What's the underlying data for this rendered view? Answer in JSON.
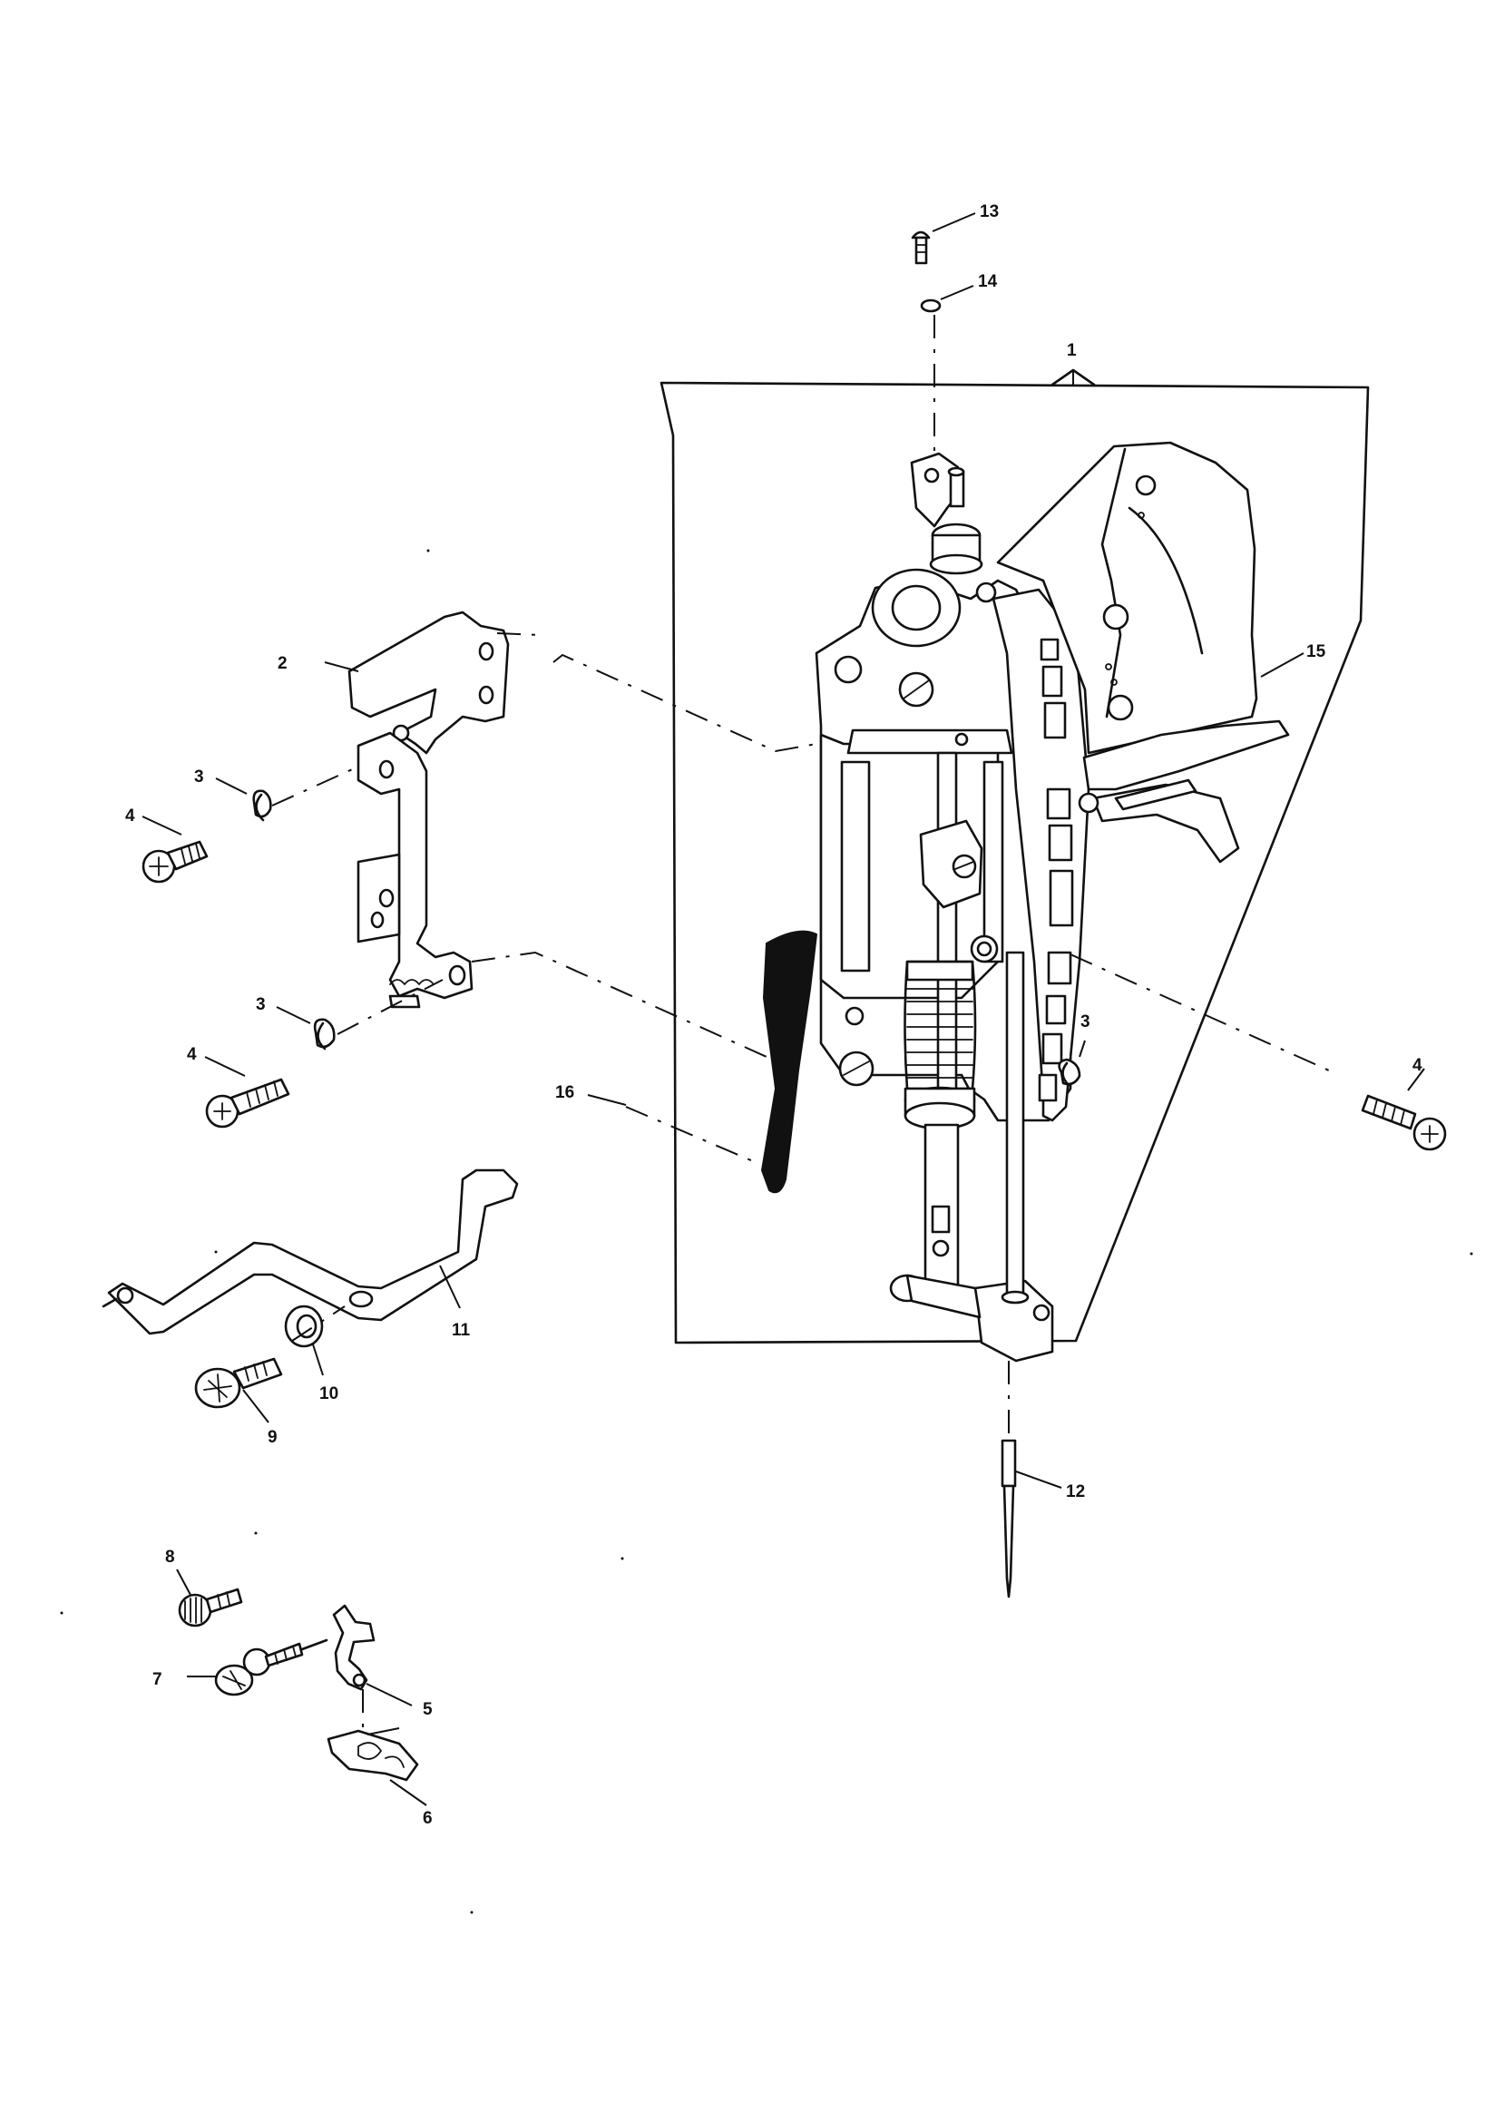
{
  "callouts": {
    "p1": "1",
    "p2": "2",
    "p3a": "3",
    "p3b": "3",
    "p3c": "3",
    "p4a": "4",
    "p4b": "4",
    "p4c": "4",
    "p5": "5",
    "p6": "6",
    "p7": "7",
    "p8": "8",
    "p9": "9",
    "p10": "10",
    "p11": "11",
    "p12": "12",
    "p13": "13",
    "p14": "14",
    "p15": "15",
    "p16": "16"
  }
}
